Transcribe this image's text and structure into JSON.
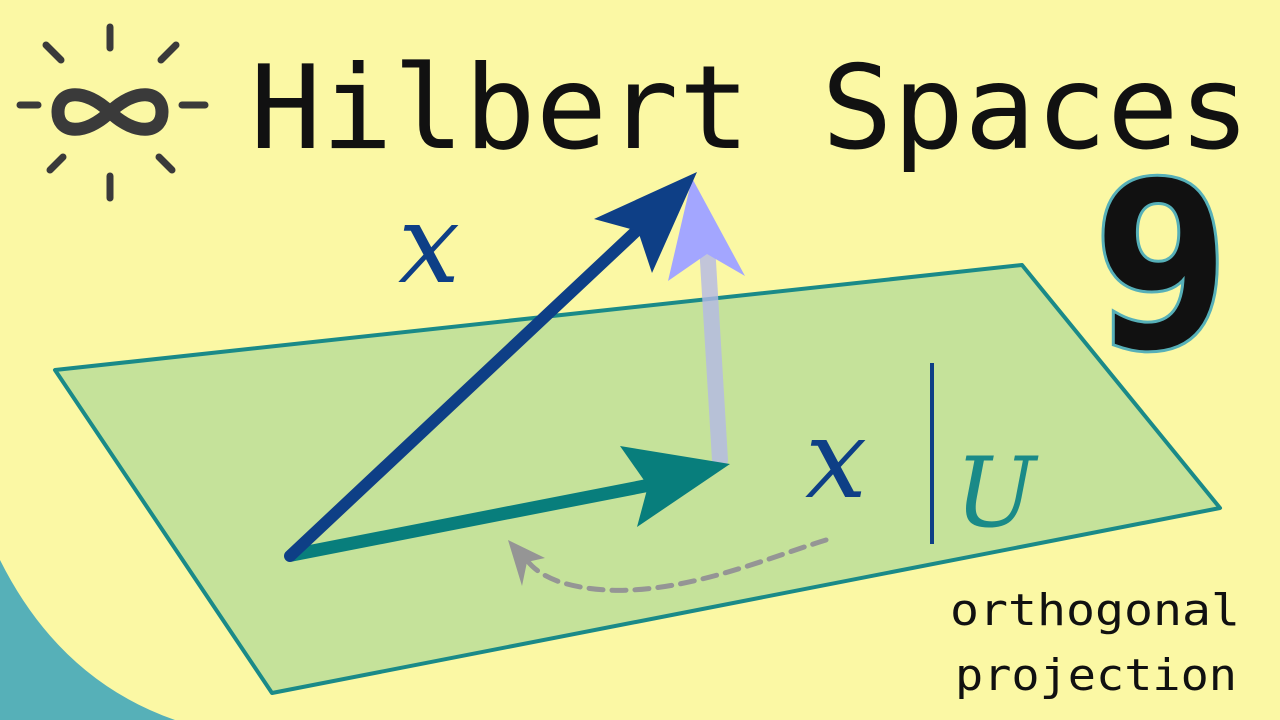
{
  "title": "Hilbert Spaces",
  "episode": "9",
  "labels": {
    "vector": "x",
    "projection_base": "x",
    "subspace": "U"
  },
  "caption": {
    "line1": "orthogonal",
    "line2": "projection"
  },
  "icons": {
    "logo": "infinity-sun-icon"
  },
  "colors": {
    "background": "#fbf8a4",
    "plane_fill": "#c5e29a",
    "plane_stroke": "#1a8a88",
    "vector_x": "#0e3f86",
    "projection": "#087e7c",
    "orthogonal_part": "#a3a6ff",
    "dashed_hint": "#959595",
    "corner_accent": "#56b0b8"
  }
}
